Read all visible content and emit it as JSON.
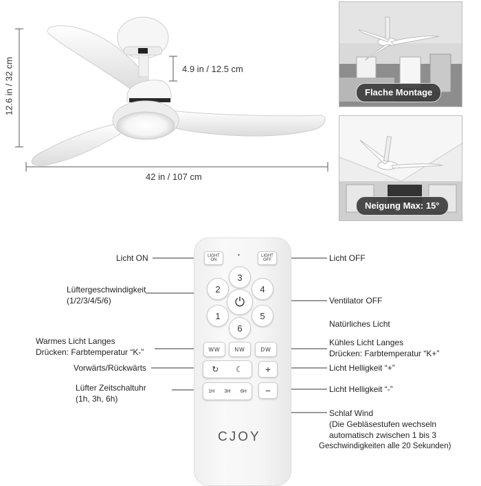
{
  "dimensions": {
    "height": "12.6 in / 32 cm",
    "downrod": "4.9 in / 12.5 cm",
    "width": "42 in / 107 cm"
  },
  "photos": [
    {
      "label": "Flache Montage"
    },
    {
      "label": "Neigung Max: 15°"
    }
  ],
  "remote": {
    "light_on": "LIGHT ON",
    "light_off": "LIGHT OFF",
    "dot": "•",
    "speeds": [
      "1",
      "2",
      "3",
      "4",
      "5",
      "6"
    ],
    "power_symbol": "⏻",
    "ww": "WW",
    "nw": "NW",
    "dw": "DW",
    "plus": "+",
    "minus": "−",
    "timers": [
      "1H",
      "3H",
      "6H"
    ],
    "brand": "CJOY"
  },
  "callouts": {
    "licht_on": "Licht ON",
    "licht_off": "Licht OFF",
    "speed_title": "Lüftergeschwindigkeit",
    "speed_values": "(1/2/3/4/5/6)",
    "fan_off": "Ventilator OFF",
    "natural": "Natürliches Licht",
    "warm_1": "Warmes Licht Langes",
    "warm_2": "Drücken: Farbtemperatur “K-”",
    "cool_1": "Kühles Licht Langes",
    "cool_2": "Drücken: Farbtemperatur “K+”",
    "direction": "Vorwärts/Rückwärts",
    "bright_plus": "Licht Helligkeit “+”",
    "timer_1": "Lüfter Zeitschaltuhr",
    "timer_2": "(1h, 3h, 6h)",
    "bright_minus": "Licht Helligkeit “-”",
    "sleep_1": "Schlaf Wind",
    "sleep_2": "(Die Gebläsestufen wechseln",
    "sleep_3": "automatisch zwischen 1 bis 3",
    "sleep_4": "Geschwindigkeiten alle 20 Sekunden)"
  }
}
